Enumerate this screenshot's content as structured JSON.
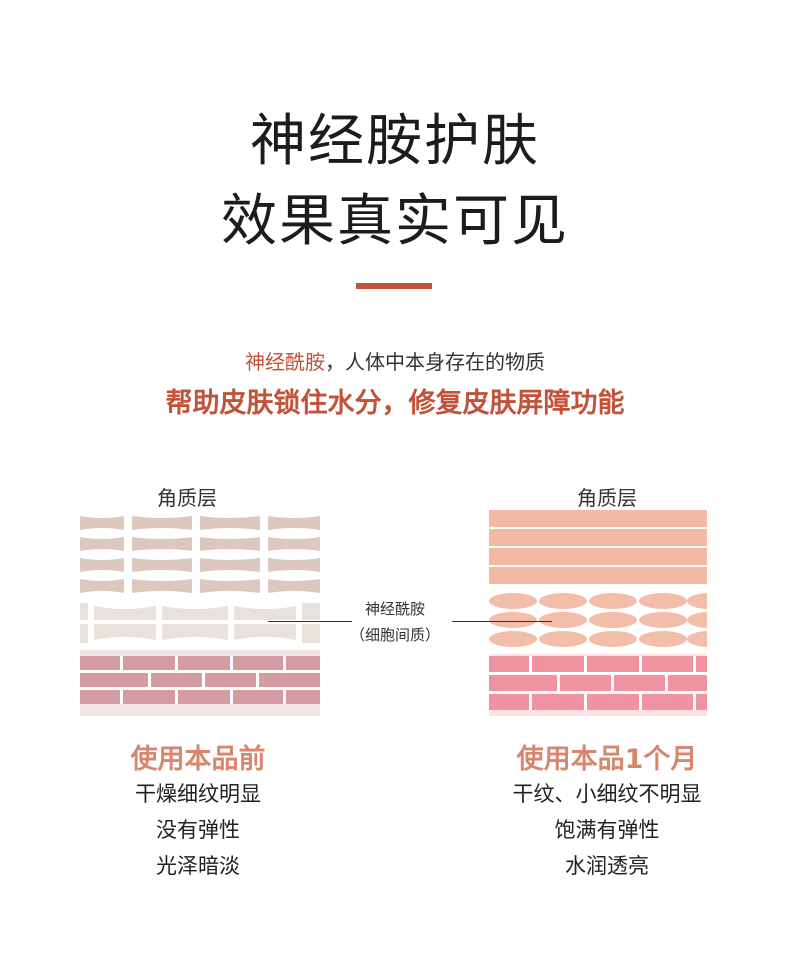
{
  "header": {
    "title_line1": "神经胺护肤",
    "title_line2": "效果真实可见"
  },
  "intro": {
    "line1_highlight": "神经酰胺",
    "line1_rest": "，人体中本身存在的物质",
    "line2": "帮助皮肤锁住水分，修复皮肤屏障功能"
  },
  "diagram": {
    "layer_label_left": "角质层",
    "layer_label_right": "角质层",
    "center_label_line1": "神经酰胺",
    "center_label_line2": "（细胞间质）",
    "colors": {
      "accent": "#c0533a",
      "before_keratin": "#dcc8bf",
      "before_lipid": "#e7e2dc",
      "before_base": "#d49ba0",
      "after_keratin": "#f2b9a4",
      "after_lipid": "#f3bea9",
      "after_base": "#ef93a1"
    }
  },
  "before": {
    "title": "使用本品前",
    "items": [
      "干燥细纹明显",
      "没有弹性",
      "光泽暗淡"
    ]
  },
  "after": {
    "title": "使用本品1个月",
    "items": [
      "干纹、小细纹不明显",
      "饱满有弹性",
      "水润透亮"
    ]
  }
}
